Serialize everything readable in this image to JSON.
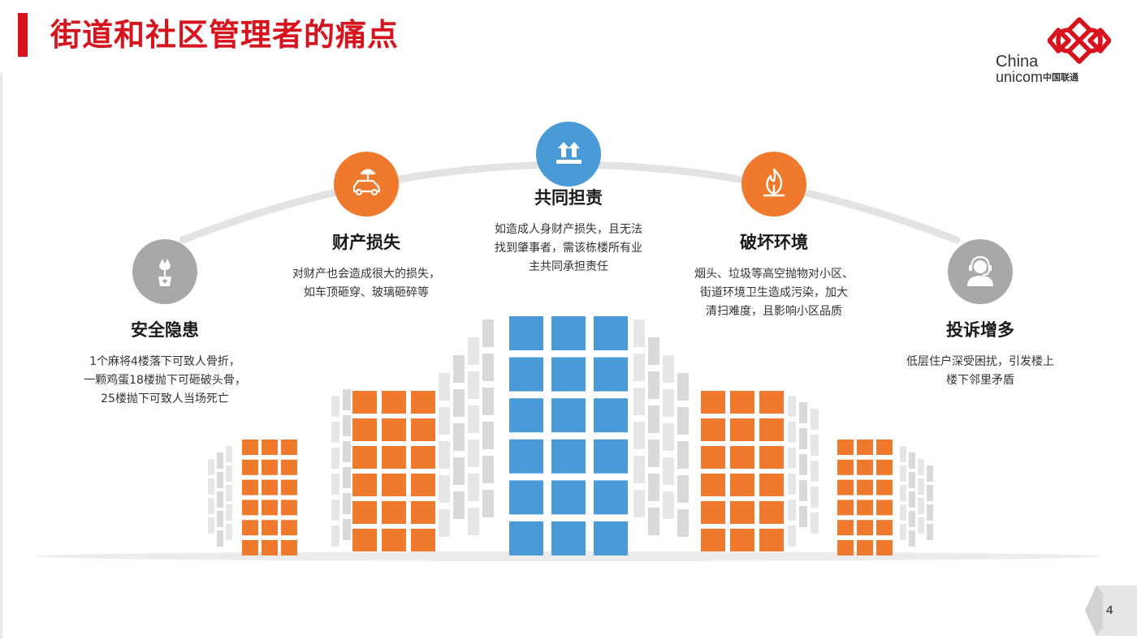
{
  "title": "街道和社区管理者的痛点",
  "logo": {
    "line1": "China",
    "line2_latin": "unicom",
    "line2_cn": "中国联通"
  },
  "items": [
    {
      "title": "安全隐患",
      "icon": "flower-pot-icon",
      "color": "#a8a8a8",
      "desc": [
        "1个麻将4楼落下可致人骨折，",
        "一颗鸡蛋18楼抛下可砸破头骨，",
        "25楼抛下可致人当场死亡"
      ]
    },
    {
      "title": "财产损失",
      "icon": "car-umbrella-icon",
      "color": "#ef7a2d",
      "desc": [
        "对财产也会造成很大的损失，",
        "如车顶砸穿、玻璃砸碎等"
      ]
    },
    {
      "title": "共同担责",
      "icon": "up-arrows-icon",
      "color": "#4a9ad8",
      "desc": [
        "如造成人身财产损失，且无法",
        "找到肇事者，需该栋楼所有业",
        "主共同承担责任"
      ]
    },
    {
      "title": "破坏环境",
      "icon": "fire-plant-icon",
      "color": "#ef7a2d",
      "desc": [
        "烟头、垃圾等高空抛物对小区、",
        "街道环境卫生造成污染，加大",
        "清扫难度，且影响小区品质"
      ]
    },
    {
      "title": "投诉增多",
      "icon": "headset-person-icon",
      "color": "#a8a8a8",
      "desc": [
        "低层住户深受困扰，引发楼上",
        "楼下邻里矛盾"
      ]
    }
  ],
  "page_number": "4",
  "colors": {
    "brand": "#d7141e",
    "orange": "#ef7a2d",
    "blue": "#4a9ad8",
    "gray": "#a8a8a8"
  }
}
